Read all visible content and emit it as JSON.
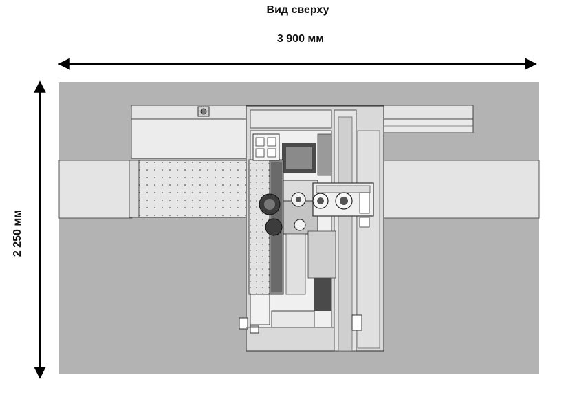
{
  "title": "Вид сверху",
  "dimensions": {
    "width_label": "3 900 мм",
    "height_label": "2 250 мм"
  },
  "colors": {
    "floor": "#b3b3b3",
    "machine_light": "#e4e4e4",
    "machine_mid": "#c8c8c8",
    "outline": "#555555",
    "dark": "#4a4a4a",
    "arrow": "#000000"
  }
}
